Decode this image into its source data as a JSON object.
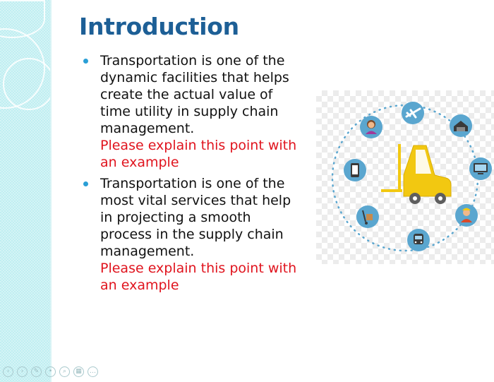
{
  "slide": {
    "title": "Introduction",
    "bullets": [
      {
        "text": "Transportation is one of the dynamic facilities that helps create the actual value of time utility in supply chain management.",
        "prompt": "Please explain this point with an example"
      },
      {
        "text": "Transportation is one of the most vital services that help in projecting a smooth process in the supply chain management.",
        "prompt": "Please explain this point with an example"
      }
    ]
  },
  "colors": {
    "title": "#1d5f96",
    "prompt": "#e0141e",
    "bullet_dot": "#2a9fd6",
    "strip": "#bfeef1",
    "forklift": "#f2c811",
    "icon_circle": "#5aa6cf"
  },
  "illustration": {
    "center_icon": "forklift-icon",
    "ring_icons": [
      "airplane-icon",
      "warehouse-icon",
      "monitor-icon",
      "worker-icon",
      "train-icon",
      "hand-truck-icon",
      "smartphone-icon",
      "woman-icon"
    ]
  },
  "controls": [
    "previous-icon",
    "next-icon",
    "pen-icon",
    "pointer-icon",
    "zoom-icon",
    "grid-icon",
    "more-icon"
  ]
}
